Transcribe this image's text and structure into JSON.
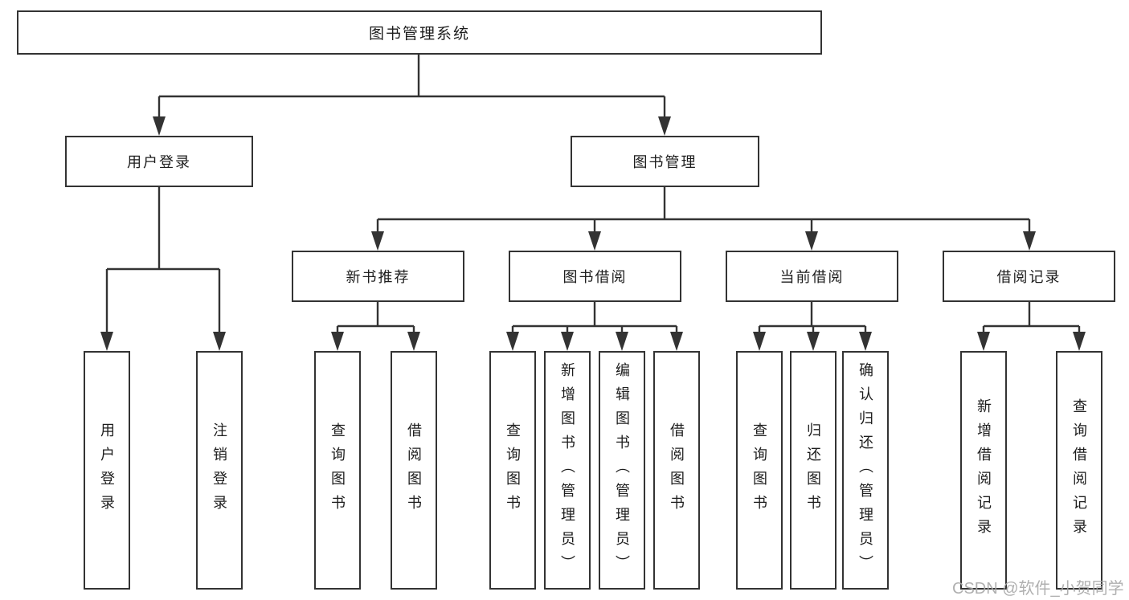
{
  "theme": {
    "line_color": "#333333",
    "text_color": "#1d1d1d",
    "watermark_color": "#a8a8a8"
  },
  "watermark": {
    "text": "CSDN @软件_小贺同学"
  },
  "diagram": {
    "root": "图书管理系统",
    "branches": [
      {
        "label": "用户登录",
        "children": [
          "用户登录",
          "注销登录"
        ]
      },
      {
        "label": "图书管理",
        "sections": [
          {
            "label": "新书推荐",
            "children": [
              "查询图书",
              "借阅图书"
            ]
          },
          {
            "label": "图书借阅",
            "children": [
              "查询图书",
              "新增图书（管理员）",
              "编辑图书（管理员）",
              "借阅图书"
            ]
          },
          {
            "label": "当前借阅",
            "children": [
              "查询图书",
              "归还图书",
              "确认归还（管理员）"
            ]
          },
          {
            "label": "借阅记录",
            "children": [
              "新增借阅记录",
              "查询借阅记录"
            ]
          }
        ]
      }
    ]
  }
}
